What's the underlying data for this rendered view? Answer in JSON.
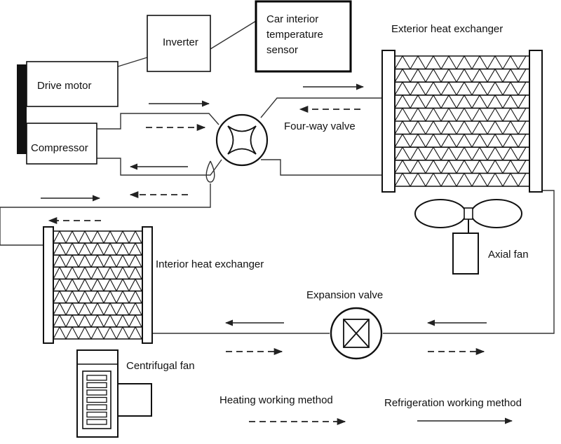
{
  "labels": {
    "inverter": "Inverter",
    "sensor_line1": "Car interior",
    "sensor_line2": "temperature",
    "sensor_line3": "sensor",
    "drive_motor": "Drive motor",
    "compressor": "Compressor",
    "exterior_hx": "Exterior heat exchanger",
    "four_way_valve": "Four-way valve",
    "axial_fan": "Axial fan",
    "interior_hx": "Interior heat exchanger",
    "expansion_valve": "Expansion valve",
    "centrifugal_fan": "Centrifugal fan",
    "legend_heating": "Heating working method",
    "legend_refrigeration": "Refrigeration working method"
  },
  "colors": {
    "line": "#111111",
    "background": "#ffffff"
  }
}
